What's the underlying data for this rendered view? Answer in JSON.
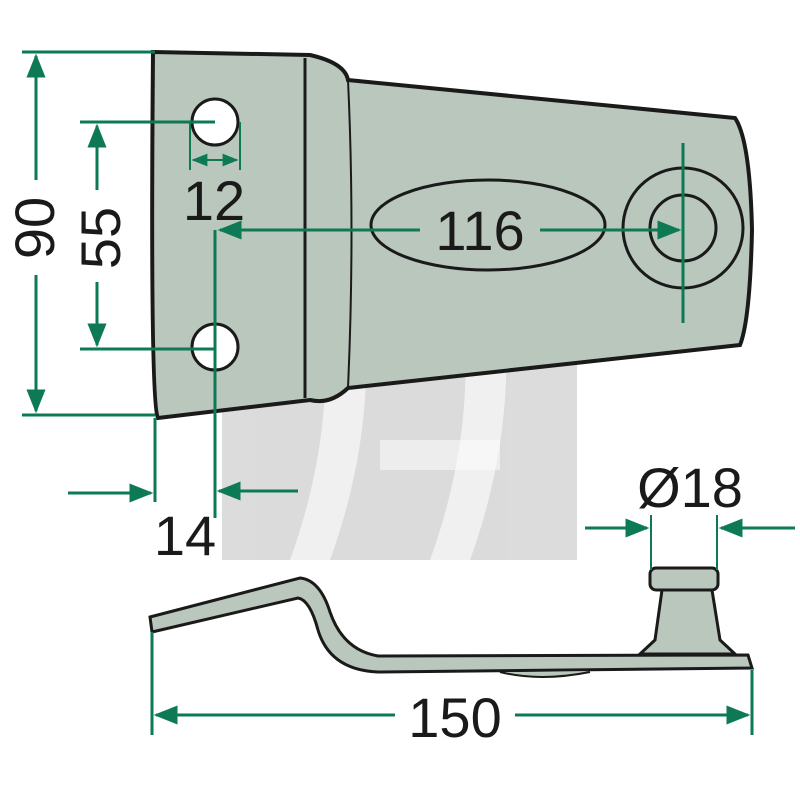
{
  "colors": {
    "dimension_line": "#0e7a55",
    "part_fill": "#b9c7bd",
    "part_outline": "#1a1a1a",
    "watermark": "#9a9a9a"
  },
  "dimensions": {
    "overall_height": "90",
    "hole_spacing": "55",
    "hole_diameter": "12",
    "center_distance": "116",
    "edge_offset": "14",
    "pin_diameter": "Ø18",
    "overall_length": "150"
  }
}
